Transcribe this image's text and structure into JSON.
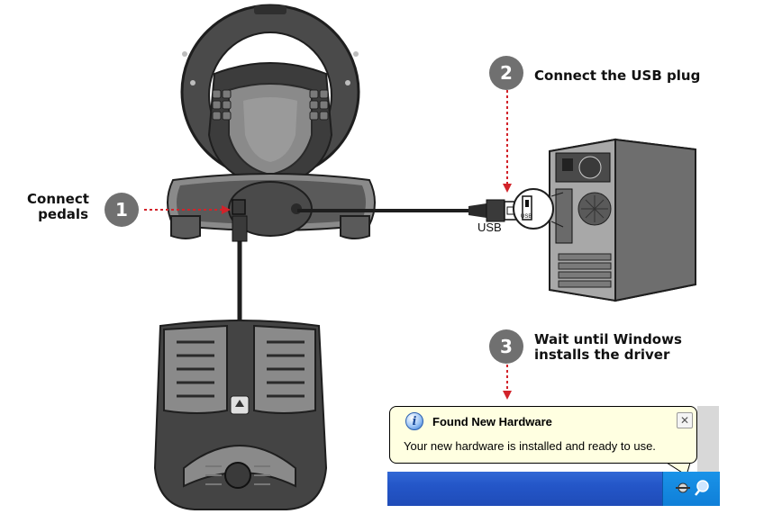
{
  "steps": [
    {
      "number": "1",
      "text_line1": "Connect",
      "text_line2": "pedals"
    },
    {
      "number": "2",
      "text": "Connect the USB plug"
    },
    {
      "number": "3",
      "text_line1": "Wait until Windows",
      "text_line2": "installs the driver"
    }
  ],
  "usb_label": "USB",
  "usb_port_label": "USB",
  "notification": {
    "title": "Found New Hardware",
    "message": "Your new hardware is installed and ready to use.",
    "close_glyph": "✕",
    "info_glyph": "i"
  },
  "icons": [
    "info-icon",
    "close-icon",
    "tray-hardware-icon",
    "tray-search-icon"
  ],
  "colors": {
    "badge": "#707070",
    "arrow": "#d2232a",
    "device_dark": "#4a4a4a",
    "device_mid": "#8a8a8a",
    "balloon_bg": "#ffffe1",
    "taskbar": "#245edb"
  }
}
